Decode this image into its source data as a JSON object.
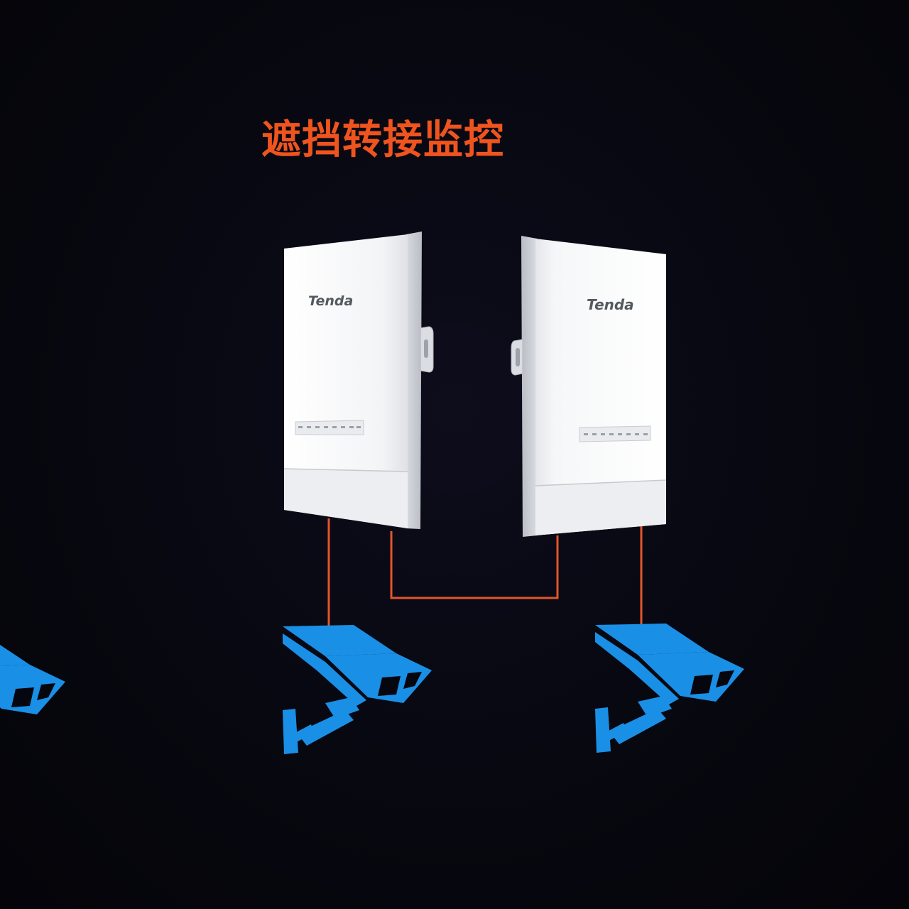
{
  "title": "遮挡转接监控",
  "colors": {
    "background": "#06060e",
    "title": "#f0541e",
    "cable": "#e0562a",
    "camera": "#1a8fe6",
    "device": "#f2f3f5",
    "brand_text": "#555a60"
  },
  "devices": [
    {
      "brand": "Tenda"
    },
    {
      "brand": "Tenda"
    }
  ],
  "icons": [
    "cctv-camera-icon",
    "cctv-camera-icon",
    "cctv-camera-icon"
  ]
}
